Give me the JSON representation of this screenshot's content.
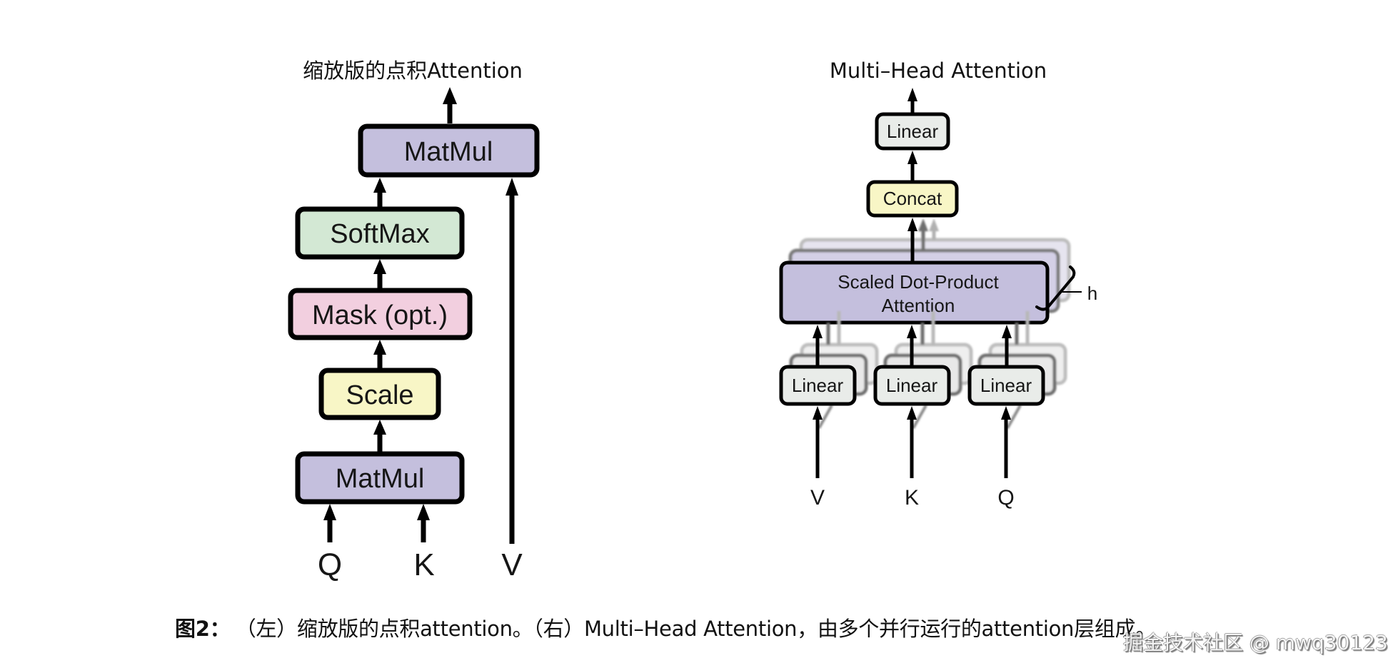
{
  "left_diagram": {
    "title": "缩放版的点积Attention",
    "boxes": [
      {
        "id": "matmul_top",
        "label": "MatMul",
        "color": "#c4bfdd"
      },
      {
        "id": "softmax",
        "label": "SoftMax",
        "color": "#d3e8d4"
      },
      {
        "id": "mask",
        "label": "Mask (opt.)",
        "color": "#f2cfdf"
      },
      {
        "id": "scale",
        "label": "Scale",
        "color": "#f8f6c6"
      },
      {
        "id": "matmul_bottom",
        "label": "MatMul",
        "color": "#c4bfdd"
      }
    ],
    "inputs": [
      "Q",
      "K",
      "V"
    ]
  },
  "right_diagram": {
    "title": "Multi–Head Attention",
    "boxes": [
      {
        "id": "linear_out",
        "label": "Linear",
        "color": "#e9ece9"
      },
      {
        "id": "concat",
        "label": "Concat",
        "color": "#f8f6c6"
      },
      {
        "id": "sdpa",
        "label_line1": "Scaled Dot-Product",
        "label_line2": "Attention",
        "color": "#c4bfdd"
      },
      {
        "id": "linear_v",
        "label": "Linear",
        "color": "#e9ece9"
      },
      {
        "id": "linear_k",
        "label": "Linear",
        "color": "#e9ece9"
      },
      {
        "id": "linear_q",
        "label": "Linear",
        "color": "#e9ece9"
      }
    ],
    "inputs": [
      "V",
      "K",
      "Q"
    ],
    "heads_label": "h"
  },
  "caption": {
    "lead": "图2：",
    "text": "（左）缩放版的点积attention。（右）Multi–Head Attention，由多个并行运行的attention层组成。"
  },
  "watermark": "掘金技术社区 @ mwq30123"
}
